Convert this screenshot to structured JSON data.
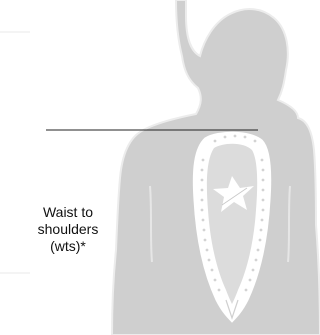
{
  "figure": {
    "measurement_label_lines": [
      "Waist to",
      "shoulders",
      "(wts)*"
    ]
  },
  "colors": {
    "body_fill": "#cfcfcf",
    "body_stroke": "#e6e6e6",
    "protector_fill": "#ffffff",
    "protector_inner": "#dedede",
    "measure_line": "#222222",
    "text": "#111111"
  },
  "icons": {
    "brand": "alpinestars-star-logo"
  }
}
